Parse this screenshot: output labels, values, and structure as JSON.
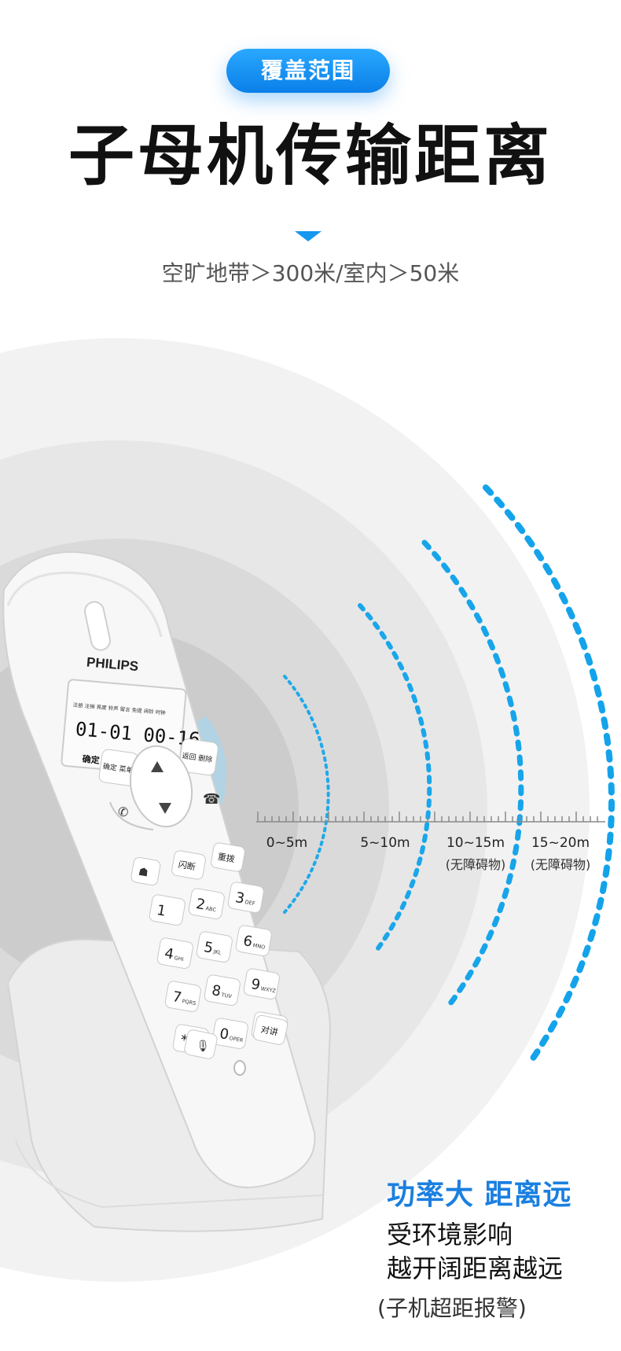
{
  "badge": {
    "label": "覆盖范围"
  },
  "heading": {
    "title": "子母机传输距离",
    "subtitle": "空旷地带＞300米/室内＞50米"
  },
  "colors": {
    "accent": "#1797f0",
    "ring_light": "#f1f1f1",
    "ring_dark": "#cfcfcf",
    "dots": "#12a8ea"
  },
  "phone": {
    "brand": "PHILIPS",
    "screen_icons": "注册 注销 亮度 铃声 留言 免提 闹铃 时钟",
    "screen_time": "01-01 00-16",
    "screen_left": "确定",
    "screen_right": "返回",
    "key_ok_menu": "确定 菜单",
    "key_back_delete": "返回 删除",
    "key_flash": "闪断",
    "key_redial": "重拨",
    "key_intercom": "对讲",
    "keys": [
      {
        "num": "1",
        "sub": ""
      },
      {
        "num": "2",
        "sub": "ABC"
      },
      {
        "num": "3",
        "sub": "DEF"
      },
      {
        "num": "4",
        "sub": "GHI"
      },
      {
        "num": "5",
        "sub": "JKL"
      },
      {
        "num": "6",
        "sub": "MNO"
      },
      {
        "num": "7",
        "sub": "PQRS"
      },
      {
        "num": "8",
        "sub": "TUV"
      },
      {
        "num": "9",
        "sub": "WXYZ"
      },
      {
        "num": "*",
        "sub": ""
      },
      {
        "num": "0",
        "sub": "OPER"
      },
      {
        "num": "#",
        "sub": ""
      }
    ]
  },
  "ranges": [
    {
      "label": "0~5m",
      "note": ""
    },
    {
      "label": "5~10m",
      "note": ""
    },
    {
      "label": "10~15m",
      "note": "(无障碍物)"
    },
    {
      "label": "15~20m",
      "note": "(无障碍物)"
    }
  ],
  "feature": {
    "headline": "功率大 距离远",
    "line1": "受环境影响",
    "line2": "越开阔距离越远",
    "line3": "(子机超距报警)"
  }
}
